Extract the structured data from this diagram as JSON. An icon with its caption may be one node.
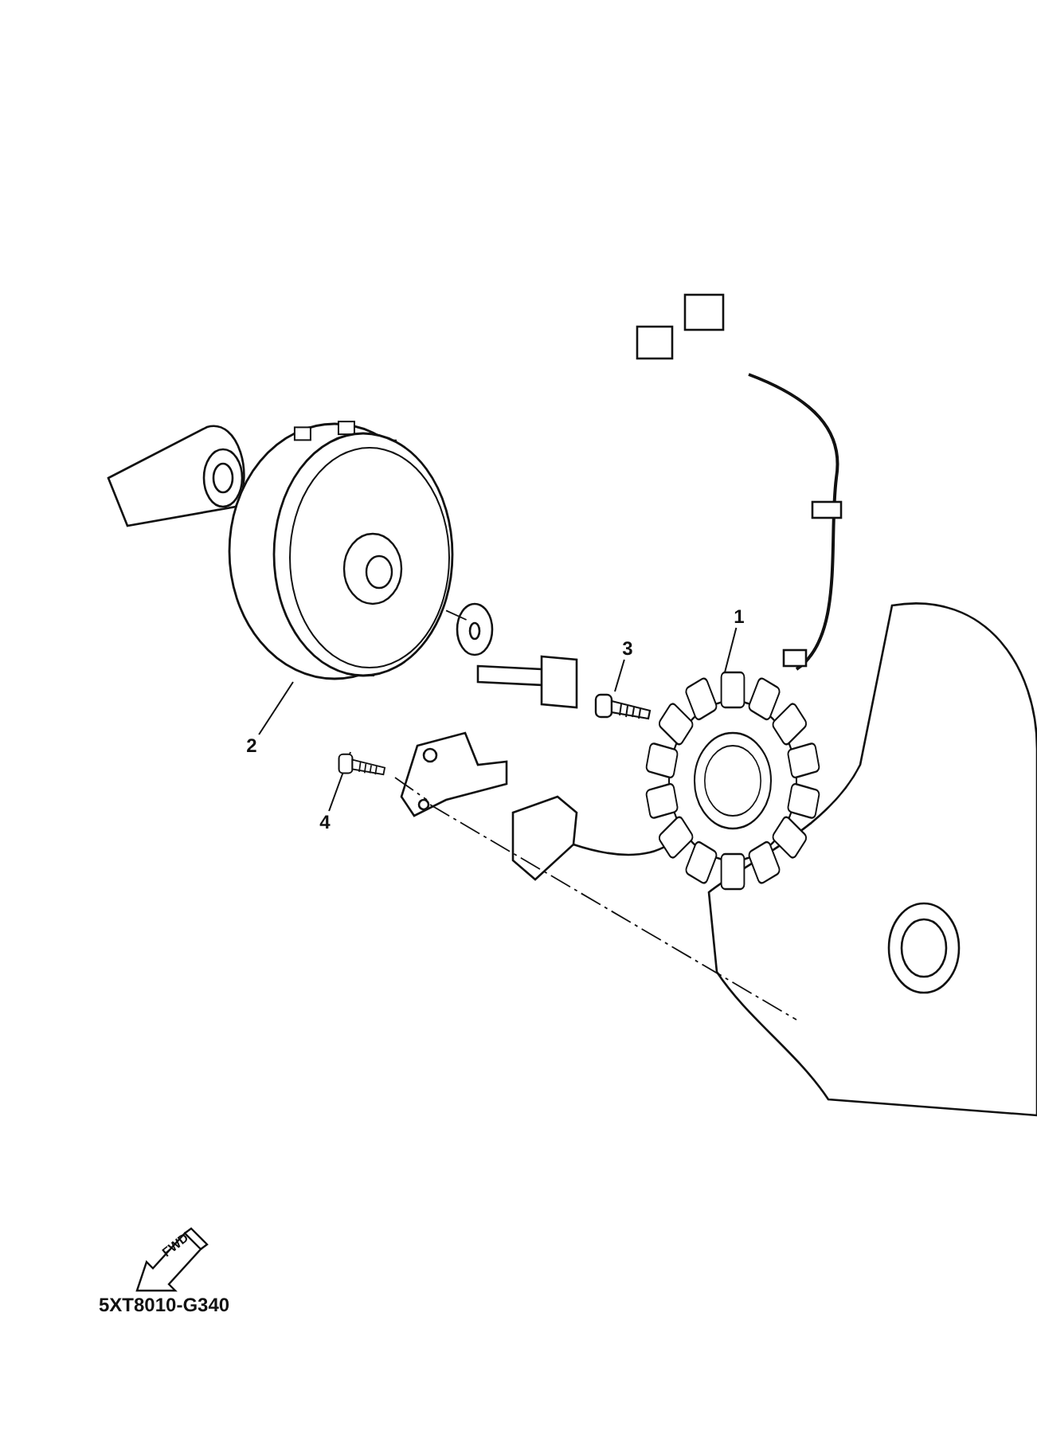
{
  "diagram": {
    "nodes": [
      {
        "text": [
          "1"
        ]
      },
      {
        "text": [],
        "shape": "picture"
      },
      {
        "text": [
          "2"
        ]
      },
      {
        "text": [],
        "shape": "picture"
      },
      {
        "text": [
          "3"
        ]
      },
      {
        "text": [],
        "shape": "picture"
      },
      {
        "text": [
          "4"
        ]
      },
      {
        "text": [],
        "shape": "picture"
      },
      {
        "text": [
          "FWD"
        ]
      }
    ],
    "edges": [
      {
        "from": 0,
        "to": 1,
        "arrow": "none"
      },
      {
        "from": 2,
        "to": 3,
        "arrow": "none"
      },
      {
        "from": 4,
        "to": 5,
        "arrow": "none"
      },
      {
        "from": 6,
        "to": 7,
        "arrow": "none"
      }
    ],
    "labels": [
      "5XT8010-G340"
    ]
  }
}
